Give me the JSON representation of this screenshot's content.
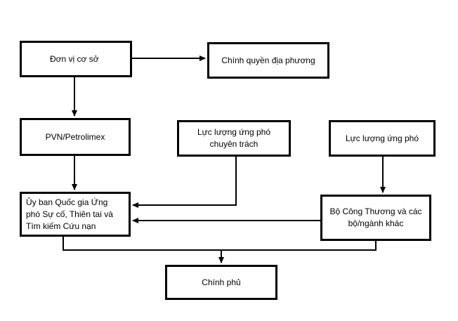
{
  "diagram": {
    "nodes": {
      "don_vi_co_so": "Đơn vị cơ sở",
      "chinh_quyen": "Chính quyền địa phương",
      "pvn": "PVN/Petrolimex",
      "luc_luong_chuyen_trach": "Lực lượng ứng phó\nchuyên trách",
      "luc_luong_ung_pho": "Lực lượng ứng phó",
      "uy_ban": "Ủy ban Quốc gia Ứng\nphó Sự cố, Thiên tai và\nTìm kiếm Cứu nạn",
      "bo_cong_thuong": "Bộ Công Thương và các\nbộ/ngành khác",
      "chinh_phu": "Chính phủ"
    },
    "edges": [
      {
        "from": "don_vi_co_so",
        "to": "chinh_quyen"
      },
      {
        "from": "don_vi_co_so",
        "to": "pvn"
      },
      {
        "from": "pvn",
        "to": "uy_ban"
      },
      {
        "from": "luc_luong_chuyen_trach",
        "to": "uy_ban"
      },
      {
        "from": "luc_luong_ung_pho",
        "to": "bo_cong_thuong"
      },
      {
        "from": "bo_cong_thuong",
        "to": "uy_ban"
      },
      {
        "from": "uy_ban",
        "to": "chinh_phu"
      },
      {
        "from": "bo_cong_thuong",
        "to": "chinh_phu"
      }
    ]
  }
}
